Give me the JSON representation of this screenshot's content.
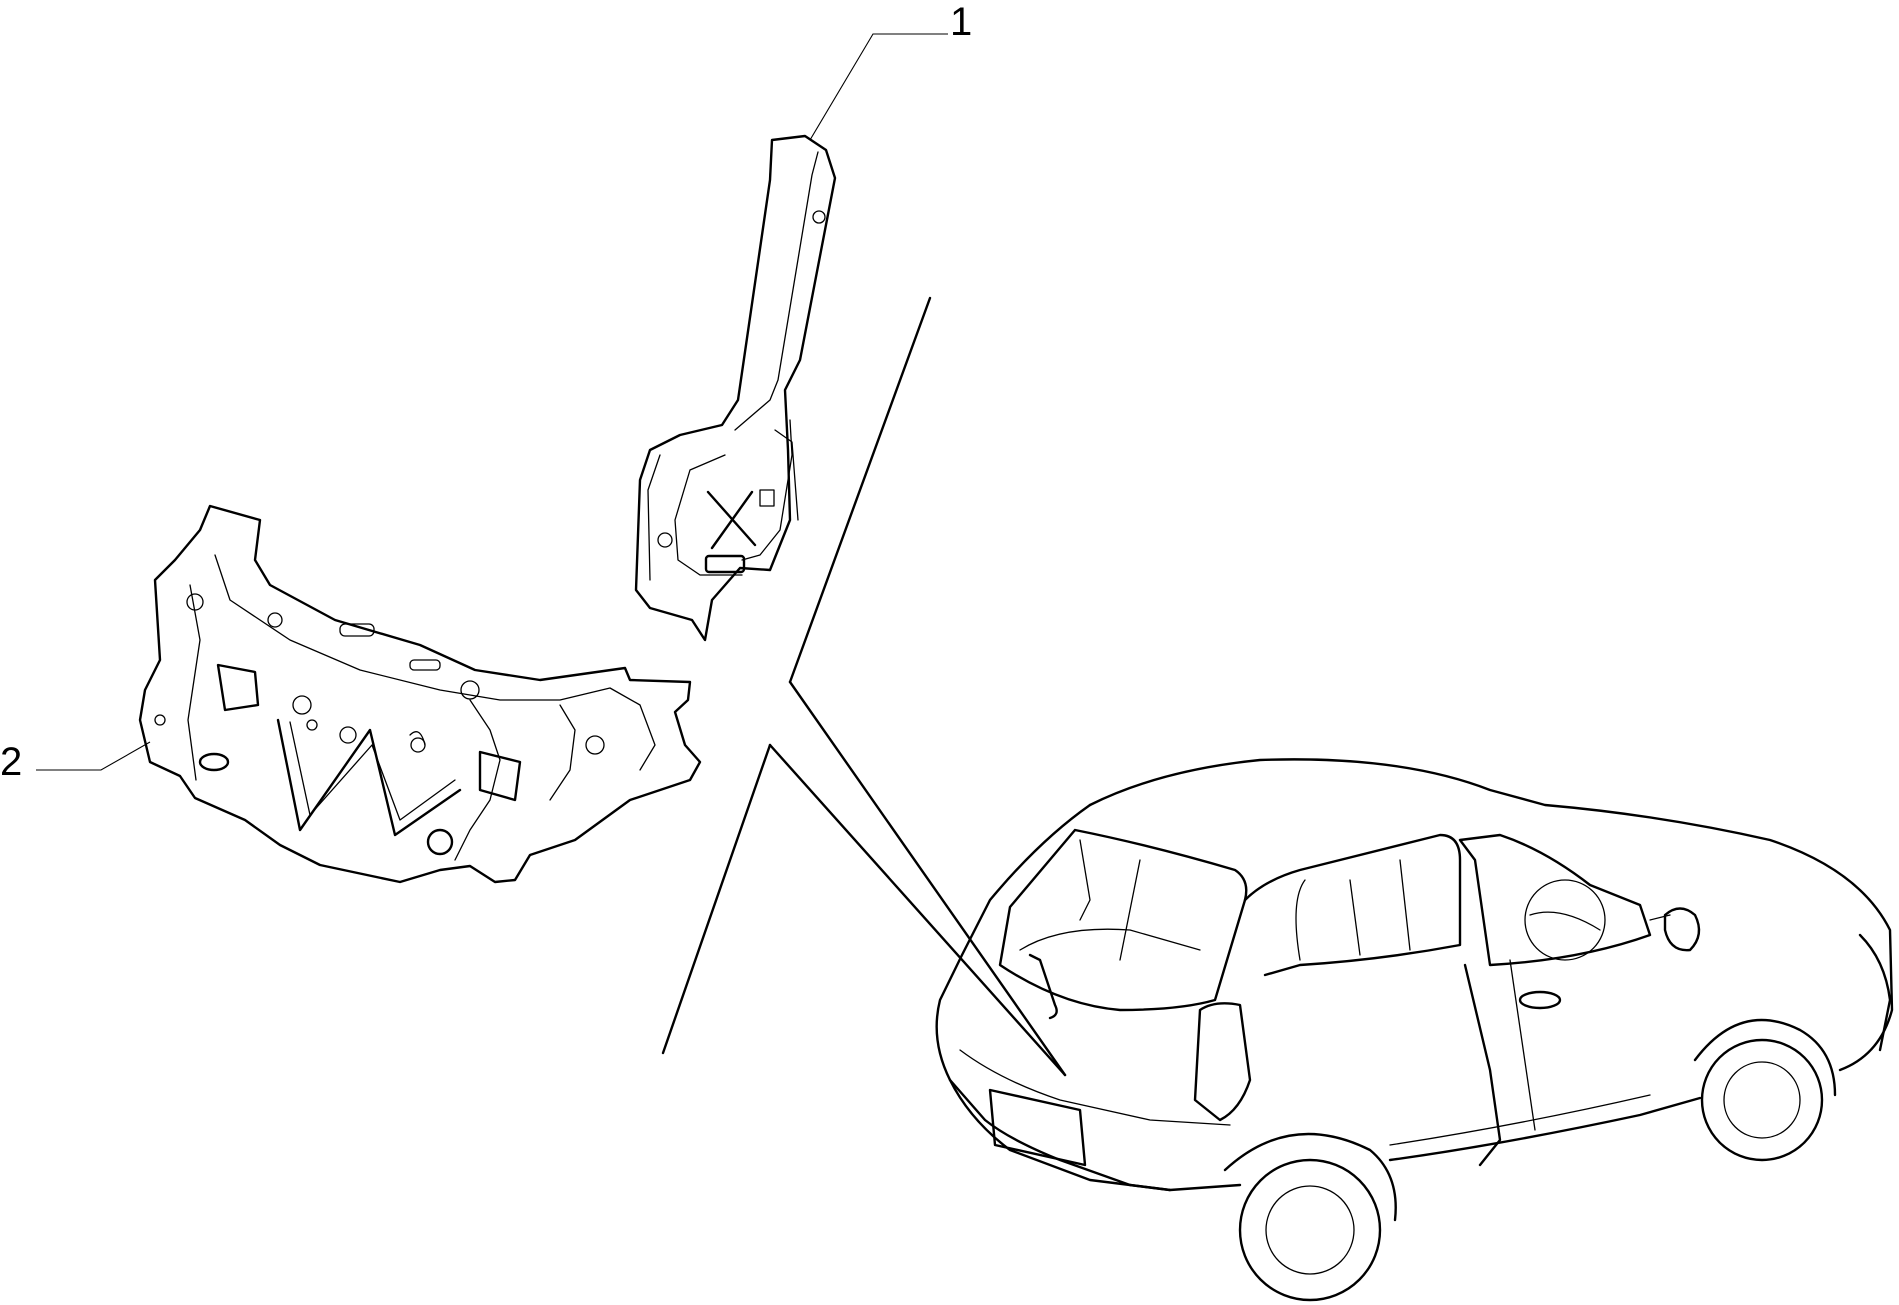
{
  "callouts": [
    {
      "label": "1",
      "part": "upper-pillar-panel"
    },
    {
      "label": "2",
      "part": "rear-panel-assembly"
    }
  ],
  "colors": {
    "line": "#000000",
    "background": "#ffffff"
  }
}
